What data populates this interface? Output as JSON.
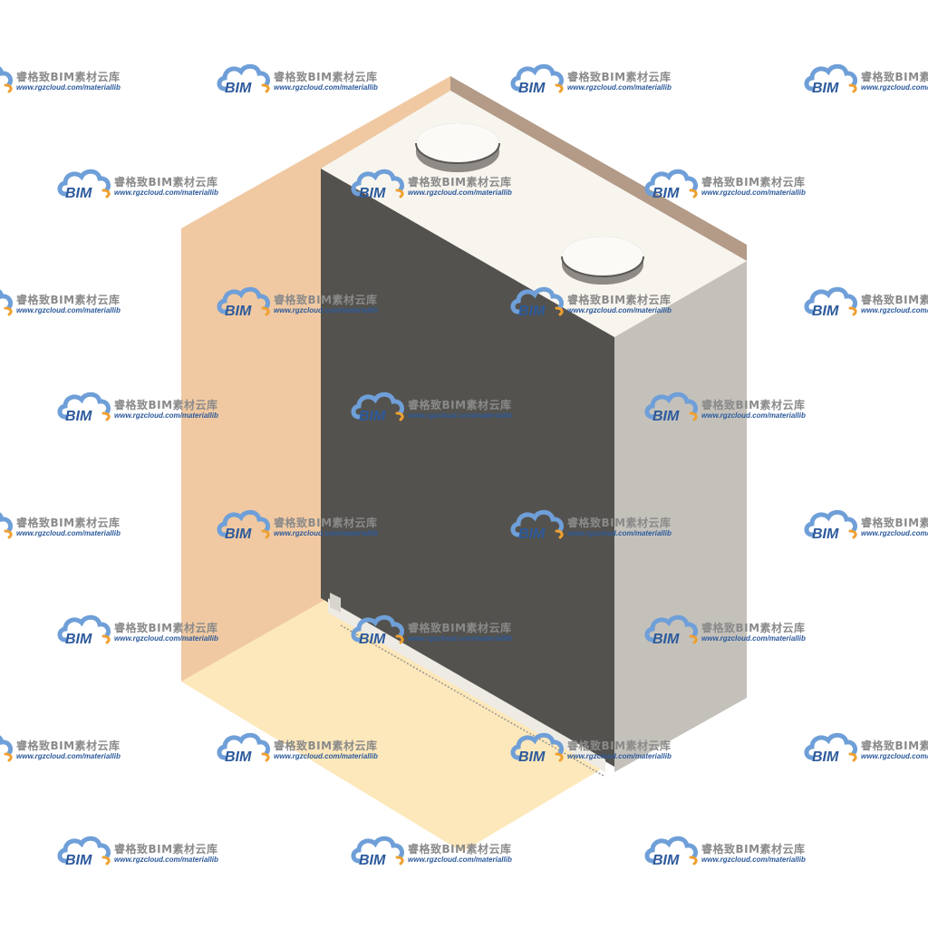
{
  "watermark": {
    "brand": "BIM",
    "title": "睿格致BIM素材云库",
    "url": "www.rgzcloud.com/materiallib",
    "colors": {
      "cloud": "#6f9fd8",
      "accent": "#f0a030",
      "text": "#8a8a8a",
      "url": "#2c5a9c"
    }
  },
  "model": {
    "description_colors": {
      "left_wall": "#f0c9a2",
      "floor": "#fde8bb",
      "back_wall": "#b39b88",
      "front_panel": "#54524e",
      "top_face": "#f8f5ef",
      "side_face": "#c4c1bb"
    },
    "icons": [
      "cloud-logo-icon"
    ]
  }
}
